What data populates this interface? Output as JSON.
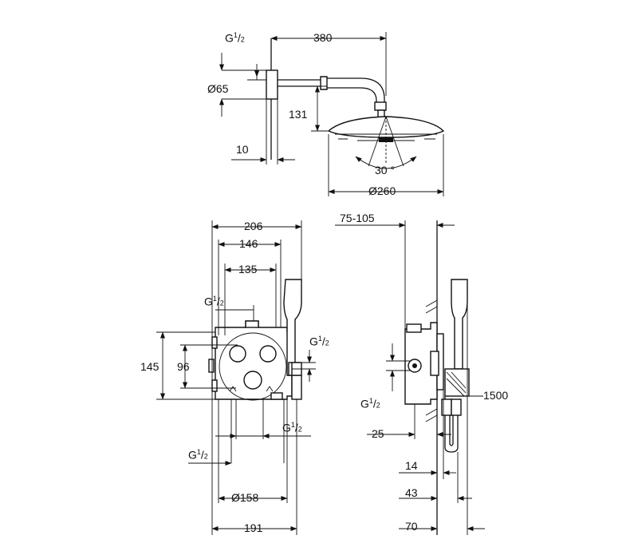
{
  "diagram": {
    "top_view": {
      "thread": {
        "base": "G",
        "sup": "1",
        "sub": "2"
      },
      "width_380": "380",
      "dia_65": "Ø65",
      "height_131": "131",
      "wall_10": "10",
      "angle": "30 °",
      "dia_260": "Ø260"
    },
    "front_view": {
      "dim_206": "206",
      "dim_146": "146",
      "dim_135": "135",
      "thread_top": {
        "base": "G",
        "sup": "1",
        "sub": "2"
      },
      "thread_right": {
        "base": "G",
        "sup": "1",
        "sub": "2"
      },
      "dim_145": "145",
      "dim_96": "96",
      "thread_bottom_right": {
        "base": "G",
        "sup": "1",
        "sub": "2"
      },
      "thread_bottom_left": {
        "base": "G",
        "sup": "1",
        "sub": "2"
      },
      "dia_158": "Ø158",
      "dim_191": "191"
    },
    "side_view": {
      "depth": "75-105",
      "hose": "1500",
      "thread": {
        "base": "G",
        "sup": "1",
        "sub": "2"
      },
      "dim_25": "25",
      "dim_14": "14",
      "dim_43": "43",
      "dim_70": "70"
    }
  }
}
